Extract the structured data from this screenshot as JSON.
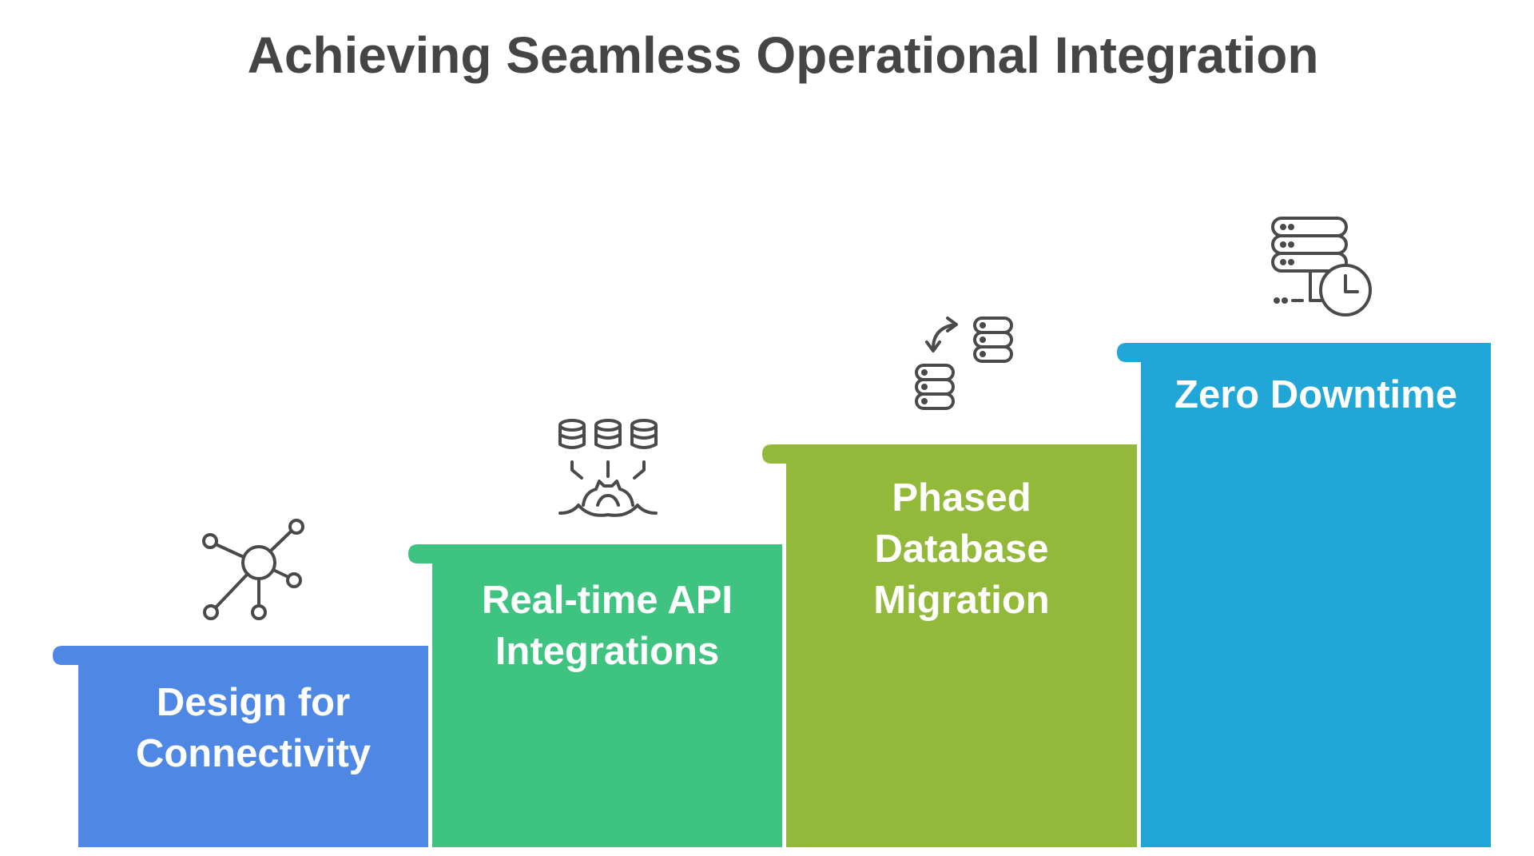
{
  "title": "Achieving Seamless Operational Integration",
  "colors": {
    "title": "#454545",
    "icon": "#4a4a4a",
    "label": "#ffffff"
  },
  "steps": [
    {
      "label_line1": "Design for",
      "label_line2": "Connectivity",
      "color": "#4f87e5",
      "icon": "network-hub-icon"
    },
    {
      "label_line1": "Real-time API",
      "label_line2": "Integrations",
      "color": "#3ec381",
      "icon": "databases-gear-icon"
    },
    {
      "label_line1": "Phased",
      "label_line2": "Database",
      "label_line3": "Migration",
      "color": "#92b93a",
      "icon": "database-transfer-icon"
    },
    {
      "label_line1": "Zero Downtime",
      "color": "#20a7d7",
      "icon": "server-clock-icon"
    }
  ]
}
